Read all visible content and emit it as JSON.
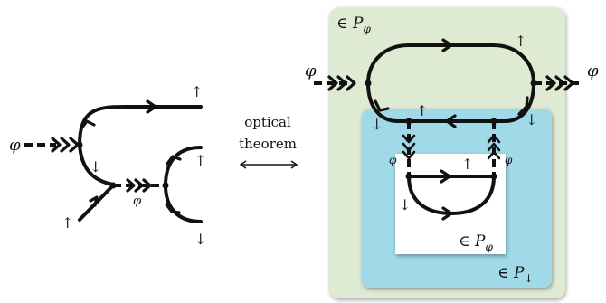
{
  "colors": {
    "outer_box": "#dfead3",
    "inner_box": "#9fd9e6",
    "center_box": "#ffffff",
    "ink": "#111111"
  },
  "labels": {
    "phi": "φ",
    "up_arrow": "↑",
    "down_arrow": "↓",
    "middle_line1": "optical",
    "middle_line2": "theorem",
    "double_arrow": "⟷",
    "elem_prefix": "∈ P",
    "sub_phi": "φ",
    "sub_down": "↓"
  }
}
